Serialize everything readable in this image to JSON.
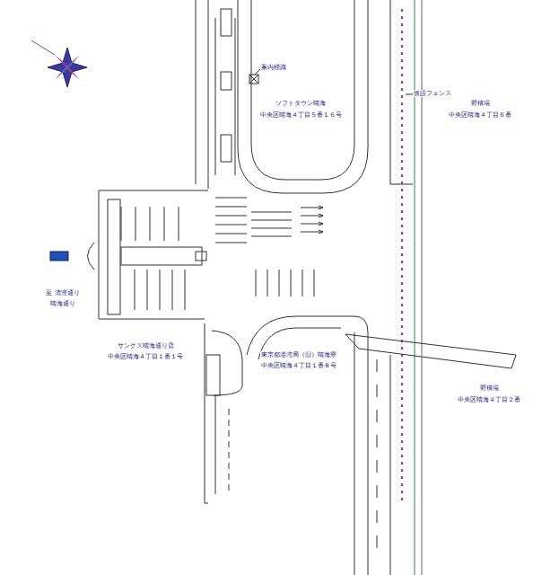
{
  "diagram": {
    "labels": [
      "案内標識",
      "ソフトタウン晴海",
      "中央区晴海４丁目５番１６号",
      "仮設フェンス",
      "野積場",
      "中央区晴海４丁目６番",
      "至 清澄通り",
      "晴海通り",
      "サンクス晴海通り店",
      "中央区晴海４丁目１番１号",
      "東京都港湾局（旧）晴海寮",
      "中央区晴海４丁目１番８号",
      "野積場",
      "中央区晴海４丁目２番"
    ]
  }
}
